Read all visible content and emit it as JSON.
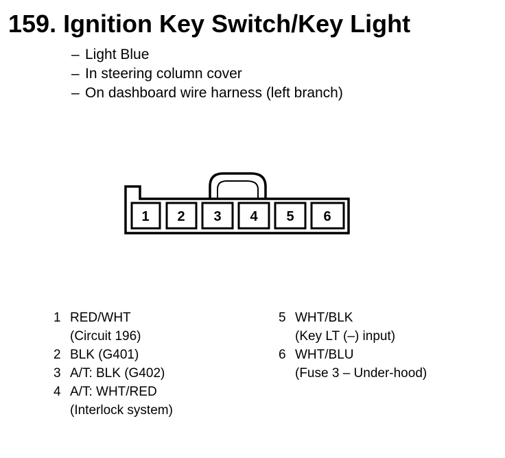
{
  "title": "159. Ignition Key Switch/Key Light",
  "bullets": [
    {
      "dash": "–",
      "text": "Light Blue"
    },
    {
      "dash": "–",
      "text": "In steering column cover"
    },
    {
      "dash": "–",
      "text": "On dashboard wire harness (left branch)"
    }
  ],
  "connector": {
    "pins": [
      "1",
      "2",
      "3",
      "4",
      "5",
      "6"
    ]
  },
  "pins_left": [
    {
      "num": "1",
      "wire": "RED/WHT",
      "note": "(Circuit 196)"
    },
    {
      "num": "2",
      "wire": "BLK (G401)",
      "note": ""
    },
    {
      "num": "3",
      "wire": "A/T: BLK (G402)",
      "note": ""
    },
    {
      "num": "4",
      "wire": "A/T: WHT/RED",
      "note": "(Interlock system)"
    }
  ],
  "pins_right": [
    {
      "num": "5",
      "wire": "WHT/BLK",
      "note": "(Key LT (–) input)"
    },
    {
      "num": "6",
      "wire": "WHT/BLU",
      "note": "(Fuse 3 – Under-hood)"
    }
  ]
}
